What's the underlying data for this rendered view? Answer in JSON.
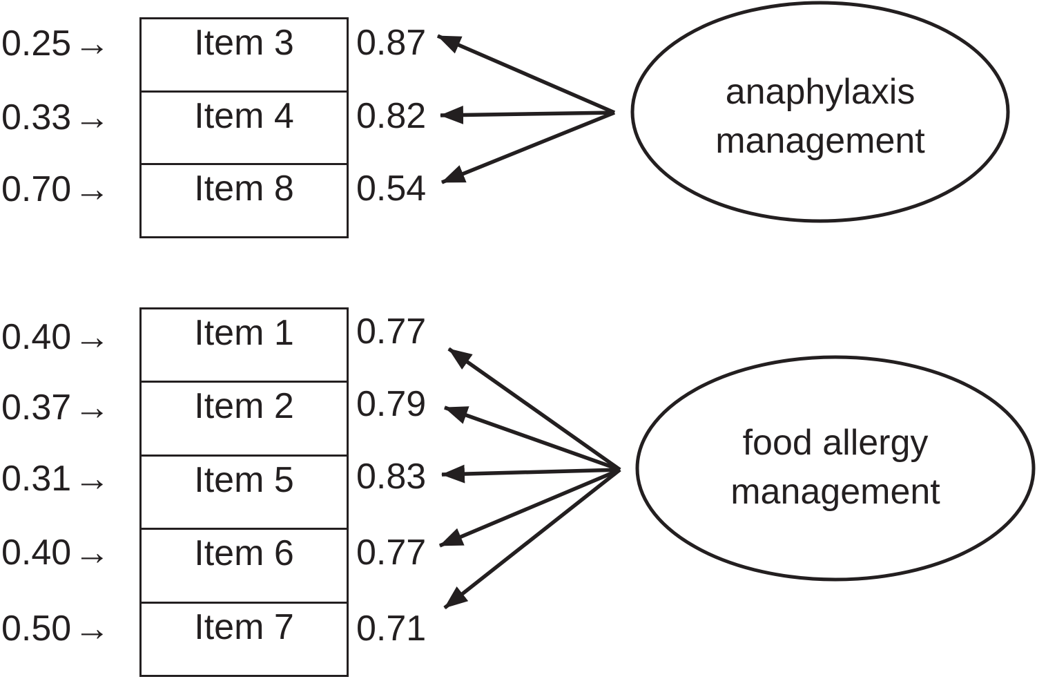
{
  "diagram": {
    "type": "confirmatory-factor-analysis-path-diagram",
    "background_color": "#ffffff",
    "ink_color": "#231f20",
    "arrow_glyph": "→",
    "factors": [
      {
        "name": "anaphylaxis management",
        "label_lines": [
          "anaphylaxis",
          "management"
        ],
        "indicators": [
          {
            "item": "Item 3",
            "error": "0.25",
            "loading": "0.87"
          },
          {
            "item": "Item 4",
            "error": "0.33",
            "loading": "0.82"
          },
          {
            "item": "Item 8",
            "error": "0.70",
            "loading": "0.54"
          }
        ]
      },
      {
        "name": "food allergy management",
        "label_lines": [
          "food allergy",
          "management"
        ],
        "indicators": [
          {
            "item": "Item 1",
            "error": "0.40",
            "loading": "0.77"
          },
          {
            "item": "Item 2",
            "error": "0.37",
            "loading": "0.79"
          },
          {
            "item": "Item 5",
            "error": "0.31",
            "loading": "0.83"
          },
          {
            "item": "Item 6",
            "error": "0.40",
            "loading": "0.77"
          },
          {
            "item": "Item 7",
            "error": "0.50",
            "loading": "0.71"
          }
        ]
      }
    ]
  }
}
